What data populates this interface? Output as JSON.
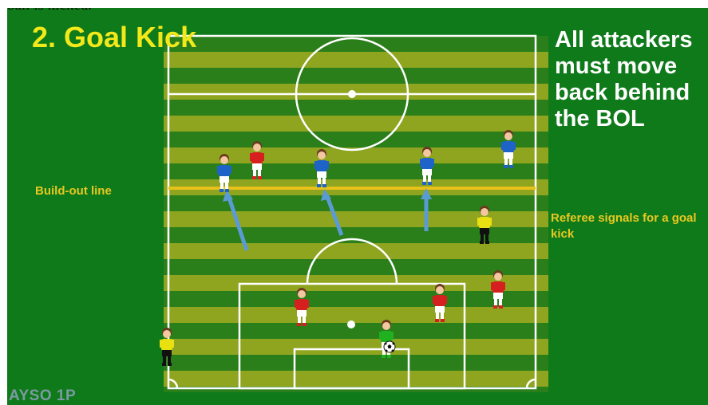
{
  "caption_top": "ball is kicked.",
  "title": "2. Goal Kick",
  "instruction": "All attackers must move back behind the BOL",
  "build_out_label": "Build-out line",
  "referee_label": "Referee signals for a goal kick",
  "watermark": "AYSO 1P",
  "colors": {
    "background": "#0f7a1a",
    "title": "#f2e81a",
    "label": "#e8c820",
    "build_out_line": "#e8c21a",
    "arrow": "#5b9bd5",
    "attacker": "#1e63c8",
    "defender": "#d62020",
    "goalkeeper": "#20b020",
    "referee": "#e8e010",
    "watermark": "#7d9aa3"
  },
  "icons": [
    "attacker-player-icon",
    "defender-player-icon",
    "goalkeeper-icon",
    "referee-icon",
    "assistant-referee-icon",
    "soccer-ball-icon",
    "movement-arrow-icon"
  ]
}
